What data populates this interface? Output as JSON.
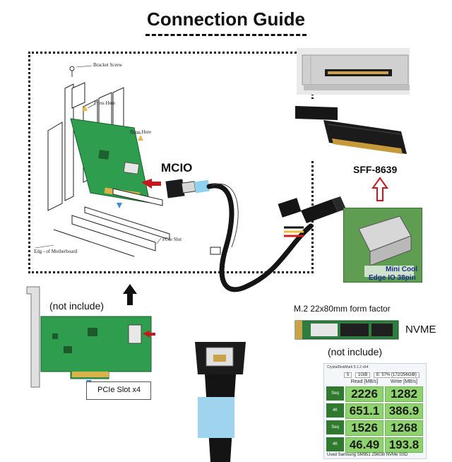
{
  "title": "Connection Guide",
  "install_diagram": {
    "labels": {
      "bracket_screw": "Bracket Screw",
      "press_here_1": "Press Here",
      "press_here_2": "Press Here",
      "pcie_slot": "PCIe Slot",
      "edge_of_motherboard": "Edg - of Motherboard"
    }
  },
  "labels": {
    "mcio": "MCIO",
    "sff": "SFF-8639",
    "mini_cool_line1": "Mini Cool",
    "mini_cool_line2": "Edge IO 38pin",
    "m2_form_factor": "M.2 22x80mm form factor",
    "nvme": "NVME",
    "not_include_top": "(not include)",
    "not_include_bottom": "(not include)",
    "pcie_slot_x4": "PCIe Slot x4"
  },
  "benchmark": {
    "window_title": "CrystalDiskMark 5.1.2 x64",
    "settings": [
      "5",
      "1GiB",
      "E: 57% (172/256GiB)"
    ],
    "read_header": "Read [MB/s]",
    "write_header": "Write [MB/s]",
    "rows": [
      {
        "label": "Seq Q32T1",
        "read": "2226",
        "write": "1282"
      },
      {
        "label": "4K Q32T1",
        "read": "651.1",
        "write": "386.9"
      },
      {
        "label": "Seq",
        "read": "1526",
        "write": "1268"
      },
      {
        "label": "4K",
        "read": "46.49",
        "write": "193.8"
      }
    ],
    "footer": "Used Samsung SM951 256GB NVMe SSD"
  },
  "colors": {
    "pcb_green": "#2e9e4e",
    "arrow_red": "#c8161d",
    "arrow_blue": "#3a8fd0",
    "cable_black": "#151515",
    "accent_blue_label": "#1c2f8a"
  }
}
